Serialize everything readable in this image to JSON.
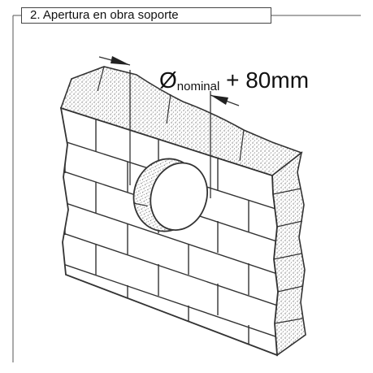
{
  "title": "2. Apertura en obra soporte",
  "dimension": {
    "symbol": "Ø",
    "subscript": "nominal",
    "suffix": " + 80mm"
  },
  "colors": {
    "line": "#333333",
    "stipple": "#9a9a9a",
    "paper": "#ffffff"
  }
}
